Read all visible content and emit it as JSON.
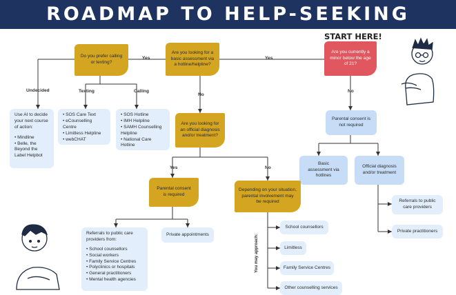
{
  "title": "ROADMAP TO HELP-SEEKING",
  "start_label": "START HERE!",
  "nodes": {
    "minor": "Are you currently a minor below the age of 21?",
    "hotline": "Are you looking for a basic assessment via a hotline/helpline?",
    "calling": "Do you prefer calling or texting?",
    "diagnosis": "Are you looking for an official diagnosis and/or treatment?",
    "consent_not": "Parental consent is not required",
    "basic": "Basic assessment via hotlines",
    "official": "Official diagnosis and/or treatment",
    "refer_public_right": "Referrals to public care providers",
    "private_right": "Private practitioners",
    "consent_req": "Parental consent is required",
    "depending": "Depending on your situation, parental involvement may be required",
    "private_appt": "Private appointments",
    "school": "School counsellors",
    "limitless": "Limitless",
    "fsc": "Family Service Centres",
    "other": "Other counselling services"
  },
  "ai_box": {
    "text": "Use AI to decide your next course of action:",
    "items": [
      "Mindline",
      "Belle, the Beyond the Label Helpbot"
    ]
  },
  "texting_box": {
    "items": [
      "SOS Care Text",
      "eCounselling Centre",
      "Limitless Helpline",
      "webCHAT"
    ]
  },
  "calling_box": {
    "items": [
      "SOS Hotline",
      "IMH Helpline",
      "SAMH Counselling Helpline",
      "National Care Hotline"
    ]
  },
  "public_box": {
    "text": "Referrals to public care providers from:",
    "items": [
      "School counsellors",
      "Social workers",
      "Family Service Centres",
      "Polyclinics or hospitals",
      "General practitioners",
      "Mental health agencies"
    ]
  },
  "labels": {
    "yes_1": "Yes",
    "yes_2": "Yes",
    "yes_3": "Yes",
    "no_1": "No",
    "no_2": "No",
    "no_3": "No",
    "undecided": "Undecided",
    "texting": "Texting",
    "calling": "Calling",
    "approach": "You may approach:"
  },
  "colors": {
    "title_bg": "#1f3361",
    "gold": "#d4a521",
    "red": "#e0575f",
    "blue": "#c6dcf7",
    "pale_blue": "#e2eefc"
  }
}
